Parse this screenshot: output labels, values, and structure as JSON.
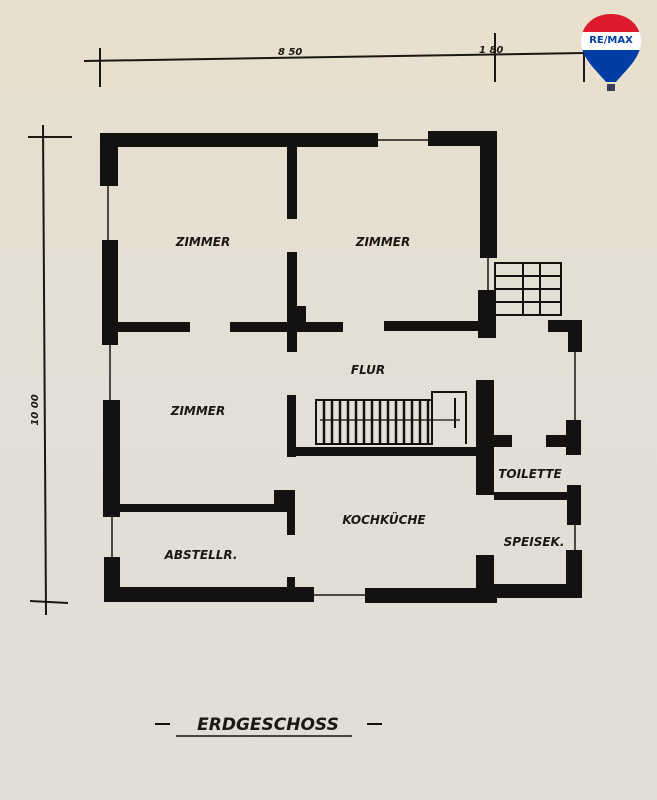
{
  "dimensions": {
    "width_main": "8 50",
    "width_annex": "1 80",
    "height": "10 00"
  },
  "rooms": {
    "zimmer_1": "ZIMMER",
    "zimmer_2": "ZIMMER",
    "zimmer_3": "ZIMMER",
    "flur": "FLUR",
    "toilette": "TOILETTE",
    "kochkueche": "KOCHKÜCHE",
    "abstellraum": "ABSTELLR.",
    "speisekammer": "SPEISEK."
  },
  "title": "ERDGESCHOSS",
  "logo": {
    "text": "RE/MAX",
    "colors": {
      "red": "#dc1c2e",
      "blue": "#003da5"
    }
  },
  "colors": {
    "paper": "#e4e0d6",
    "ink": "#141210"
  }
}
